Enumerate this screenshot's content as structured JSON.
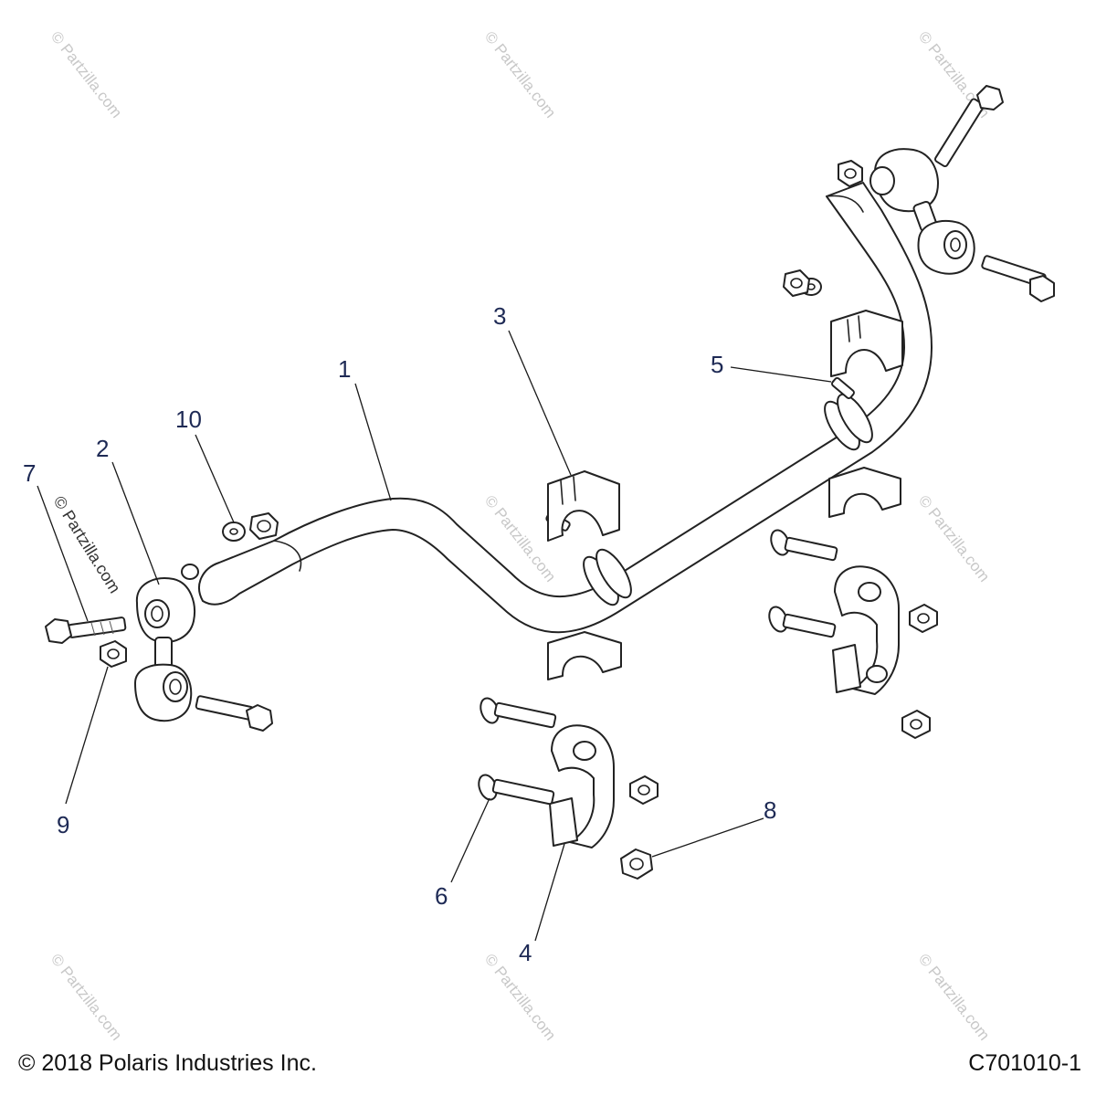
{
  "callouts": [
    {
      "id": "1",
      "label": "1"
    },
    {
      "id": "2",
      "label": "2"
    },
    {
      "id": "3",
      "label": "3"
    },
    {
      "id": "4",
      "label": "4"
    },
    {
      "id": "5",
      "label": "5"
    },
    {
      "id": "6",
      "label": "6"
    },
    {
      "id": "7",
      "label": "7"
    },
    {
      "id": "8",
      "label": "8"
    },
    {
      "id": "9",
      "label": "9"
    },
    {
      "id": "10",
      "label": "10"
    }
  ],
  "watermark": "© Partzilla.com",
  "footer": {
    "copyright": "© 2018 Polaris Industries Inc.",
    "drawing_number": "C701010-1"
  },
  "colors": {
    "line": "#222222",
    "callout": "#1e2a55",
    "watermark": "#c8c8c8"
  }
}
